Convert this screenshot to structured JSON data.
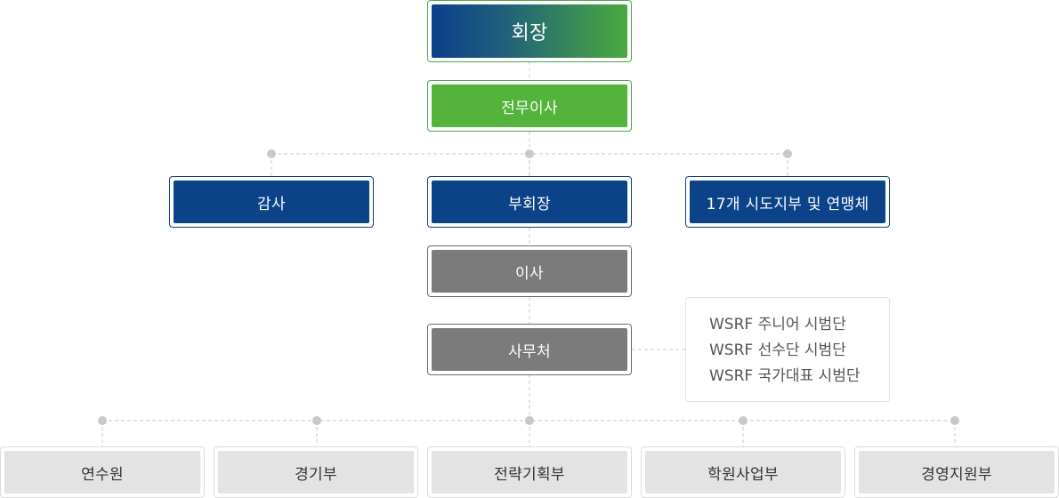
{
  "chairman": "회장",
  "managing_director": "전무이사",
  "auditor": "감사",
  "vice_chairman": "부회장",
  "regional": "17개 시도지부 및 연맹체",
  "board": "이사",
  "secretariat": "사무처",
  "notes": [
    "WSRF 주니어 시범단",
    "WSRF 선수단 시범단",
    "WSRF 국가대표 시범단"
  ],
  "departments": [
    "연수원",
    "경기부",
    "전략기획부",
    "학원사업부",
    "경영지원부"
  ],
  "colors": {
    "navy": "#0b4288",
    "green": "#53b33b",
    "gray": "#7b7b7b",
    "light": "#e3e3e3",
    "line": "#c8c8c8"
  }
}
